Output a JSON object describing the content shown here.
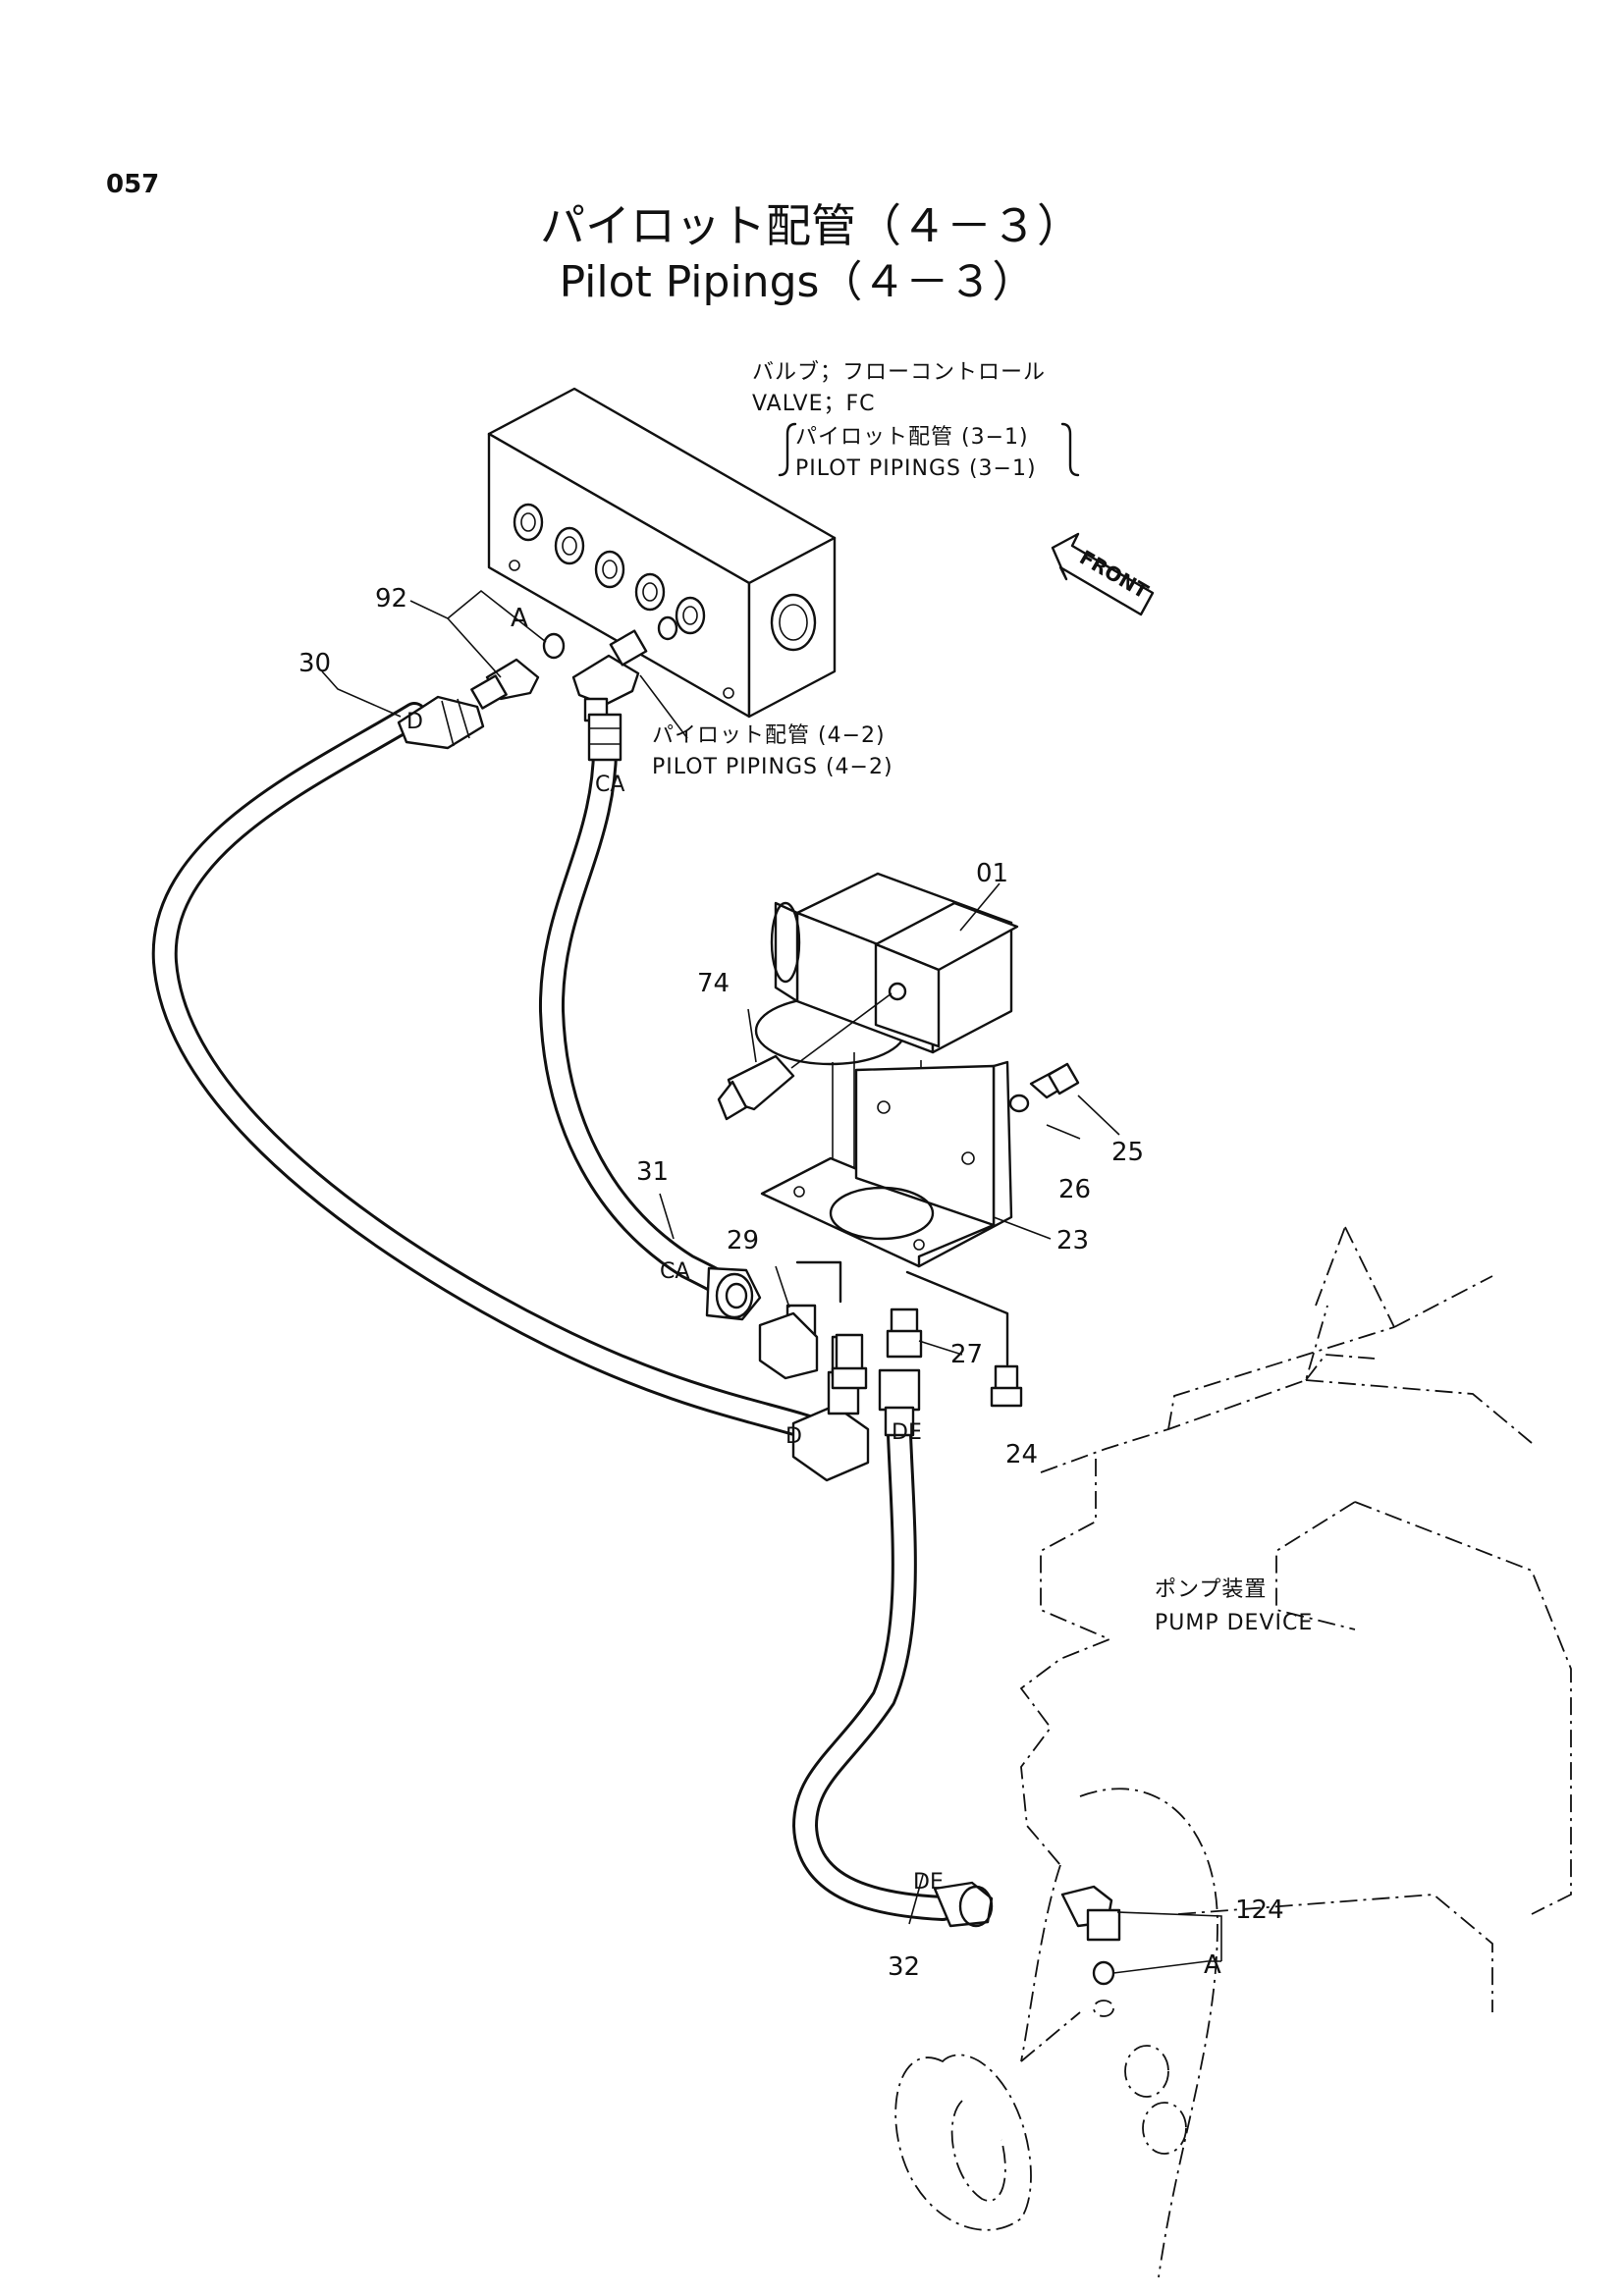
{
  "page_number": "057",
  "title": {
    "ja": "パイロット配管（４－３）",
    "en": "Pilot Pipings（４－３）"
  },
  "notes": {
    "valve_ja": "バルブ；フローコントロール",
    "valve_en": "VALVE；FC",
    "ref_31_ja": "パイロット配管 (3−1)",
    "ref_31_en": "PILOT  PIPINGS (3−1)",
    "ref_42_ja": "パイロット配管 (4−2)",
    "ref_42_en": "PILOT  PIPINGS (4−2)",
    "front": "FRONT",
    "pump_ja": "ポンプ装置",
    "pump_en": "PUMP  DEVICE"
  },
  "parts": {
    "p01": "01",
    "p23": "23",
    "p24": "24",
    "p25": "25",
    "p26": "26",
    "p27": "27",
    "p29": "29",
    "p30": "30",
    "p31": "31",
    "p32": "32",
    "p74": "74",
    "p92": "92",
    "p124": "124",
    "a_top": "A",
    "a_bottom": "A"
  },
  "hose_codes": {
    "d_top": "D",
    "d_bottom": "D",
    "ca_top": "CA",
    "ca_bottom": "CA",
    "de_top": "DE",
    "de_bottom": "DE"
  }
}
